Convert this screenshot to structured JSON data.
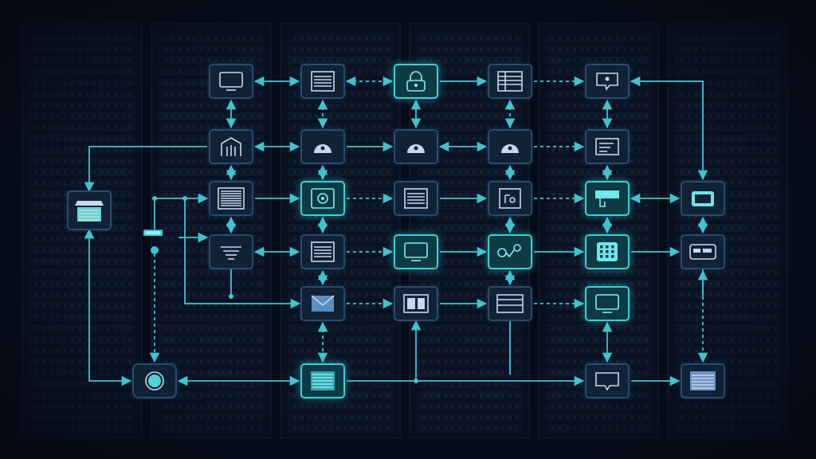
{
  "diagram": {
    "theme": {
      "background": "#060c18",
      "rack_fill": "#0b1526",
      "rack_line": "#132238",
      "wire": "#3fc4cf",
      "wire_dim": "#2c8f9c",
      "node_fill": "#0f2236",
      "node_border": "#2a4a6c",
      "node_highlight": "#39d0d8",
      "icon": "#c9d8e8",
      "icon_highlight": "#7ff0f4"
    },
    "nodes": [
      {
        "id": "n-r1c1",
        "icon": "monitor-icon",
        "highlight": false
      },
      {
        "id": "n-r1c2",
        "icon": "document-icon",
        "highlight": false
      },
      {
        "id": "n-r1c3",
        "icon": "lock-icon",
        "highlight": true
      },
      {
        "id": "n-r1c4",
        "icon": "spreadsheet-icon",
        "highlight": false
      },
      {
        "id": "n-r1c5",
        "icon": "message-icon",
        "highlight": false
      },
      {
        "id": "n-r2c1",
        "icon": "building-icon",
        "highlight": false
      },
      {
        "id": "n-r2c2",
        "icon": "cloud-icon",
        "highlight": false
      },
      {
        "id": "n-r2c3",
        "icon": "cloud-icon",
        "highlight": false
      },
      {
        "id": "n-r2c4",
        "icon": "cloud-icon",
        "highlight": false
      },
      {
        "id": "n-r2c5",
        "icon": "list-icon",
        "highlight": false
      },
      {
        "id": "n-left-store",
        "icon": "storefront-icon",
        "highlight": false
      },
      {
        "id": "n-r3c1",
        "icon": "server-icon",
        "highlight": false
      },
      {
        "id": "n-r3c2",
        "icon": "safe-icon",
        "highlight": true
      },
      {
        "id": "n-r3c3",
        "icon": "document-icon",
        "highlight": false
      },
      {
        "id": "n-r3c4",
        "icon": "terminal-icon",
        "highlight": false
      },
      {
        "id": "n-r3c5",
        "icon": "payment-icon",
        "highlight": true
      },
      {
        "id": "n-r3c6",
        "icon": "device-icon",
        "highlight": false
      },
      {
        "id": "n-hub",
        "icon": "hub-icon",
        "highlight": false
      },
      {
        "id": "n-r4c1",
        "icon": "filter-icon",
        "highlight": false
      },
      {
        "id": "n-r4c2",
        "icon": "document-icon",
        "highlight": false
      },
      {
        "id": "n-r4c3",
        "icon": "monitor-icon",
        "highlight": true
      },
      {
        "id": "n-r4c4",
        "icon": "share-icon",
        "highlight": true
      },
      {
        "id": "n-r4c5",
        "icon": "keypad-icon",
        "highlight": true
      },
      {
        "id": "n-r4c6",
        "icon": "card-icon",
        "highlight": false
      },
      {
        "id": "n-r5c2",
        "icon": "mail-icon",
        "highlight": false
      },
      {
        "id": "n-r5c3",
        "icon": "panel-icon",
        "highlight": false
      },
      {
        "id": "n-r5c4",
        "icon": "table-icon",
        "highlight": false
      },
      {
        "id": "n-r5c5",
        "icon": "monitor-icon",
        "highlight": true
      },
      {
        "id": "n-b1",
        "icon": "globe-icon",
        "highlight": false
      },
      {
        "id": "n-b2",
        "icon": "database-icon",
        "highlight": true
      },
      {
        "id": "n-b3",
        "icon": "chat-icon",
        "highlight": false
      },
      {
        "id": "n-b4",
        "icon": "archive-icon",
        "highlight": false
      }
    ],
    "connectors": [
      {
        "id": "e1",
        "from": "n-r1c1",
        "to": "n-r1c2",
        "style": "solid",
        "arrow": "both"
      },
      {
        "id": "e2",
        "from": "n-r1c2",
        "to": "n-r1c3",
        "style": "dashed",
        "arrow": "both"
      },
      {
        "id": "e3",
        "from": "n-r1c3",
        "to": "n-r1c4",
        "style": "solid",
        "arrow": "end"
      },
      {
        "id": "e4",
        "from": "n-r1c4",
        "to": "n-r1c5",
        "style": "dashed",
        "arrow": "end"
      },
      {
        "id": "e5",
        "from": "n-r1c5",
        "to": "n-r3c6",
        "style": "solid",
        "arrow": "both"
      },
      {
        "id": "e6",
        "from": "n-r2c1",
        "to": "n-r2c2",
        "style": "solid",
        "arrow": "both"
      },
      {
        "id": "e7",
        "from": "n-r2c2",
        "to": "n-r2c3",
        "style": "solid",
        "arrow": "end"
      },
      {
        "id": "e8",
        "from": "n-r2c3",
        "to": "n-r2c4",
        "style": "solid",
        "arrow": "both"
      },
      {
        "id": "e9",
        "from": "n-r2c4",
        "to": "n-r2c5",
        "style": "dashed",
        "arrow": "end"
      },
      {
        "id": "e10",
        "from": "n-r2c1",
        "to": "n-left-store",
        "style": "solid",
        "arrow": "end"
      },
      {
        "id": "e11",
        "from": "n-r3c1",
        "to": "n-r3c2",
        "style": "solid",
        "arrow": "end"
      },
      {
        "id": "e12",
        "from": "n-r3c2",
        "to": "n-r3c3",
        "style": "dashed",
        "arrow": "end"
      },
      {
        "id": "e13",
        "from": "n-r3c3",
        "to": "n-r3c4",
        "style": "solid",
        "arrow": "end"
      },
      {
        "id": "e14",
        "from": "n-r3c4",
        "to": "n-r3c5",
        "style": "dashed",
        "arrow": "end"
      },
      {
        "id": "e15",
        "from": "n-r3c5",
        "to": "n-r3c6",
        "style": "solid",
        "arrow": "both"
      },
      {
        "id": "e16",
        "from": "n-hub",
        "to": "n-r4c1",
        "style": "solid",
        "arrow": "end"
      },
      {
        "id": "e17",
        "from": "n-r4c1",
        "to": "n-r4c2",
        "style": "solid",
        "arrow": "both"
      },
      {
        "id": "e18",
        "from": "n-r4c2",
        "to": "n-r4c3",
        "style": "dashed",
        "arrow": "end"
      },
      {
        "id": "e19",
        "from": "n-r4c3",
        "to": "n-r4c4",
        "style": "solid",
        "arrow": "end"
      },
      {
        "id": "e20",
        "from": "n-r4c4",
        "to": "n-r4c5",
        "style": "solid",
        "arrow": "end"
      },
      {
        "id": "e21",
        "from": "n-r4c5",
        "to": "n-r4c6",
        "style": "solid",
        "arrow": "end"
      },
      {
        "id": "e22",
        "from": "n-r5c2",
        "to": "n-r5c3",
        "style": "dashed",
        "arrow": "end"
      },
      {
        "id": "e23",
        "from": "n-r5c3",
        "to": "n-r5c4",
        "style": "solid",
        "arrow": "end"
      },
      {
        "id": "e24",
        "from": "n-r5c4",
        "to": "n-r5c5",
        "style": "dashed",
        "arrow": "end"
      },
      {
        "id": "e25",
        "from": "n-b1",
        "to": "n-b2",
        "style": "solid",
        "arrow": "both"
      },
      {
        "id": "e26",
        "from": "n-b2",
        "to": "n-b3",
        "style": "solid",
        "arrow": "end"
      },
      {
        "id": "e27",
        "from": "n-b3",
        "to": "n-b4",
        "style": "solid",
        "arrow": "end"
      }
    ]
  }
}
